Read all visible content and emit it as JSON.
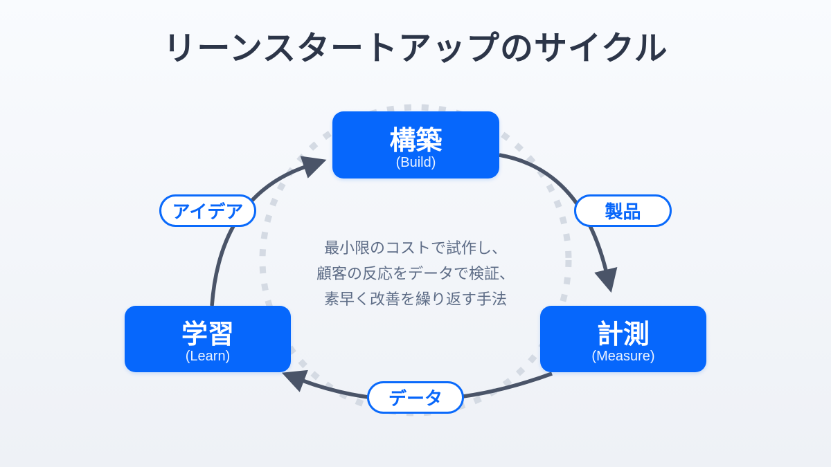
{
  "title": "リーンスタートアップのサイクル",
  "nodes": {
    "build": {
      "label": "構築",
      "sublabel": "(Build)"
    },
    "measure": {
      "label": "計測",
      "sublabel": "(Measure)"
    },
    "learn": {
      "label": "学習",
      "sublabel": "(Learn)"
    }
  },
  "edges": {
    "build_to_measure": {
      "label": "製品"
    },
    "measure_to_learn": {
      "label": "データ"
    },
    "learn_to_build": {
      "label": "アイデア"
    }
  },
  "center_note": {
    "lines": [
      "最小限のコストで試作し、",
      "顧客の反応をデータで検証、",
      "素早く改善を繰り返す手法"
    ]
  },
  "colors": {
    "node_blue": "#0667fc",
    "pill_border_blue": "#0a6afb",
    "pill_text_blue": "#0766fa",
    "arrow_dark": "#4a5468",
    "dashed_circle_gray": "#d4dae3",
    "title_text": "#2c3548",
    "note_text": "#5d6c86",
    "background_top": "#f9fbfe",
    "background_bottom": "#eef1f6"
  }
}
